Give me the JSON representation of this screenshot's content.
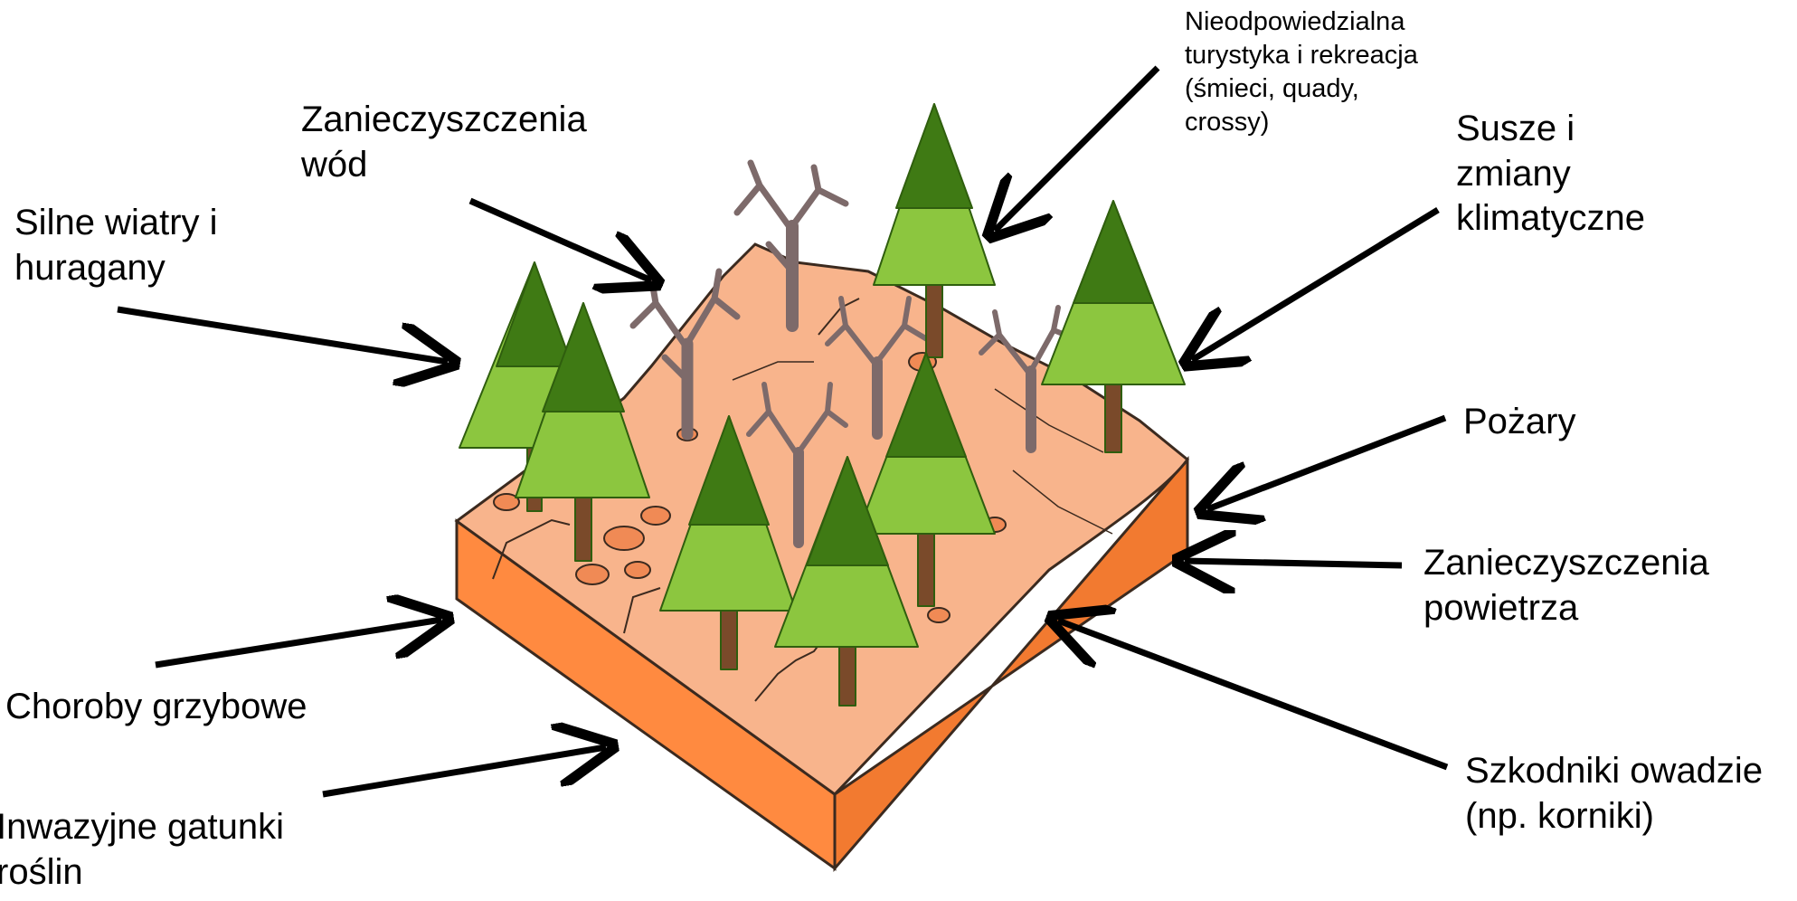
{
  "colors": {
    "block_top": "#f8b48c",
    "block_front": "#ff8a40",
    "block_side": "#f27a30",
    "outline": "#3b2a1f",
    "tree_light": "#8cc63f",
    "tree_dark": "#3f7a14",
    "trunk": "#7a4a2a",
    "dead_tree": "#7d6a6a",
    "arrow": "#000000"
  },
  "labels": {
    "water_pollution": [
      "Zanieczyszczenia",
      "wód"
    ],
    "tourism": [
      "Nieodpowiedzialna",
      "turystyka i rekreacja",
      "(śmieci, quady,",
      "crossy)"
    ],
    "wind": [
      "Silne wiatry i",
      "huragany"
    ],
    "drought": [
      "Susze i",
      "zmiany",
      "klimatyczne"
    ],
    "fires": [
      "Pożary"
    ],
    "air_pollution": [
      "Zanieczyszczenia",
      "powietrza"
    ],
    "fungal": [
      "Choroby grzybowe"
    ],
    "invasive": [
      "Inwazyjne gatunki",
      "roślin"
    ],
    "pests": [
      "Szkodniki owadzie",
      "(np. korniki)"
    ]
  },
  "icons": {
    "arrow": "arrow-icon",
    "tree": "spruce-tree-icon",
    "dead_tree": "dead-tree-icon",
    "rock": "rock-icon"
  }
}
